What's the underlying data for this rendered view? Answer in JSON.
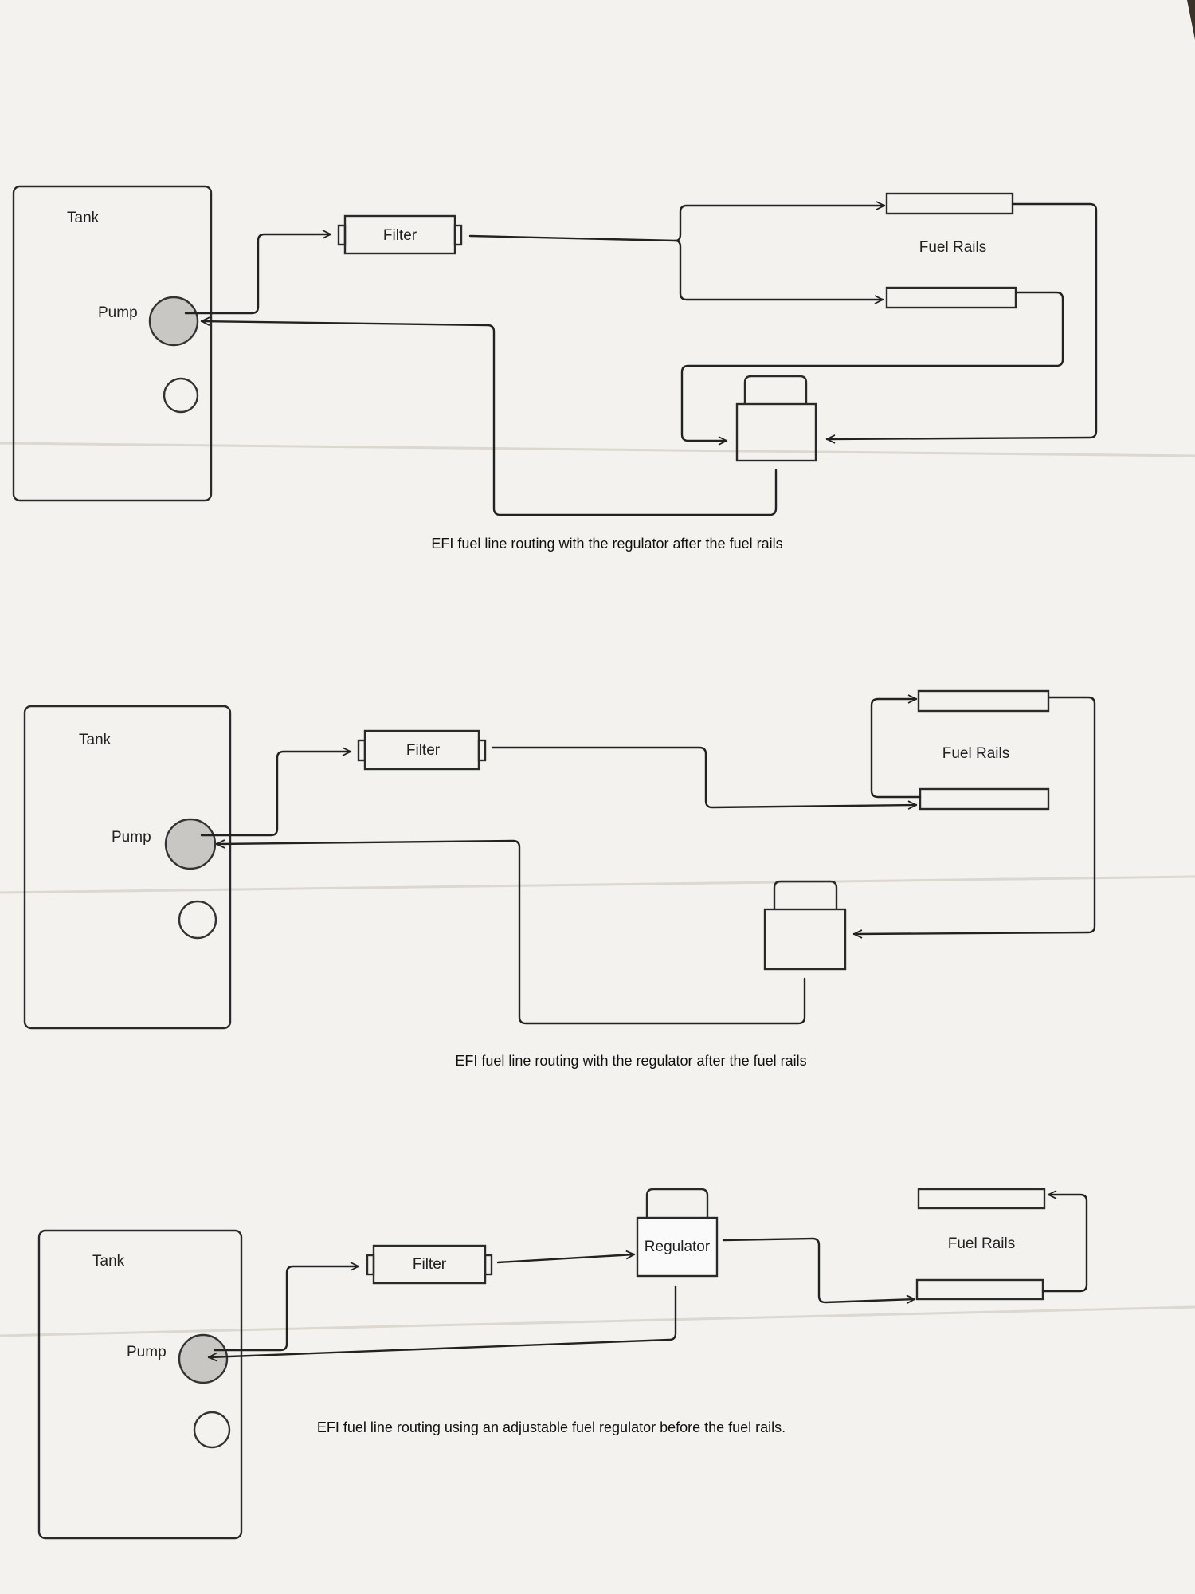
{
  "diagrams": [
    {
      "tank_label": "Tank",
      "pump_label": "Pump",
      "filter_label": "Filter",
      "rails_label": "Fuel Rails",
      "regulator_label": "",
      "caption": "EFI fuel line routing with the regulator after the fuel rails"
    },
    {
      "tank_label": "Tank",
      "pump_label": "Pump",
      "filter_label": "Filter",
      "rails_label": "Fuel Rails",
      "regulator_label": "",
      "caption": "EFI fuel line routing with the regulator after the fuel rails"
    },
    {
      "tank_label": "Tank",
      "pump_label": "Pump",
      "filter_label": "Filter",
      "rails_label": "Fuel Rails",
      "regulator_label": "Regulator",
      "caption": "EFI fuel line routing using an adjustable fuel regulator before the fuel rails."
    }
  ],
  "colors": {
    "paper": "#f3f2ef",
    "line": "#222222",
    "pump_fill": "#c9c7c4",
    "background": "#3a3128"
  }
}
